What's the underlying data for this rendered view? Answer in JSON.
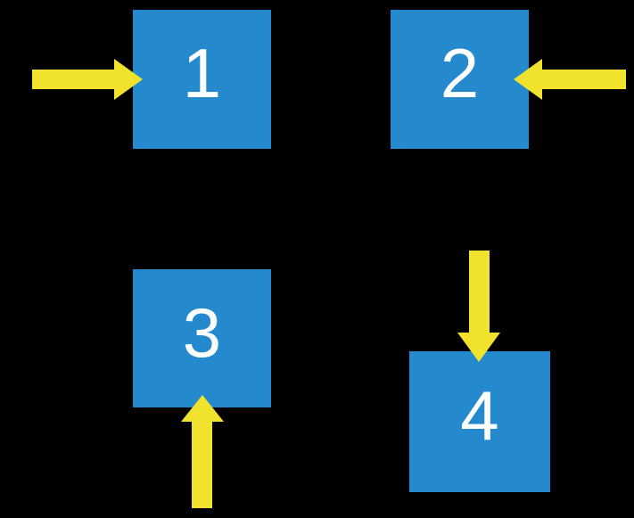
{
  "diagram": {
    "description": "Four blue numbered squares on a black background, each with a yellow block arrow pointing into it from a different side"
  },
  "colors": {
    "square": "#2589CE",
    "arrow": "#F0E22D",
    "label": "#FFFFFF",
    "background": "#000000"
  },
  "squares": [
    {
      "label": "1",
      "arrow_direction": "right",
      "arrow_enters_from": "left side"
    },
    {
      "label": "2",
      "arrow_direction": "left",
      "arrow_enters_from": "right side"
    },
    {
      "label": "3",
      "arrow_direction": "up",
      "arrow_enters_from": "bottom side"
    },
    {
      "label": "4",
      "arrow_direction": "down",
      "arrow_enters_from": "top side"
    }
  ]
}
